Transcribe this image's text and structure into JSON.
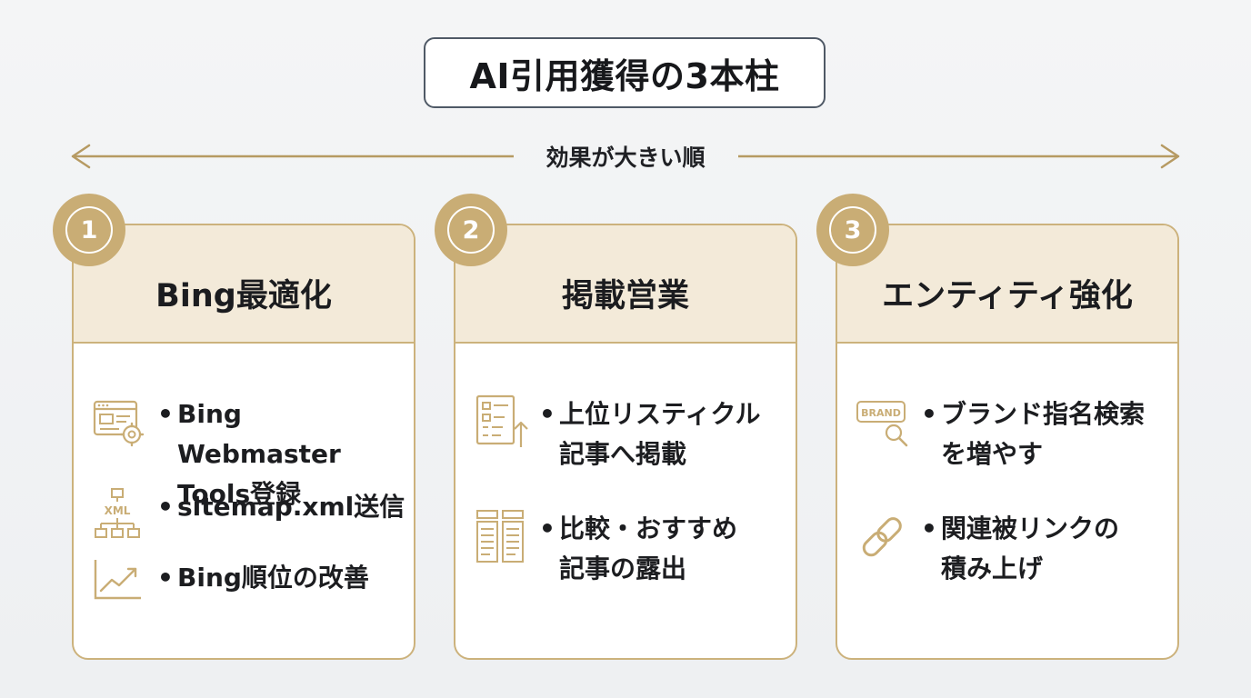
{
  "title": "AI引用獲得の3本柱",
  "arrow_label": "効果が大きい順",
  "colors": {
    "accent_gold": "#c9ad75",
    "card_border": "#ccb27c",
    "header_fill": "#f3ead9",
    "title_border": "#4f5966",
    "arrow": "#b69a62"
  },
  "pillars": [
    {
      "number": "1",
      "title": "Bing最適化",
      "items": [
        {
          "icon": "browser-gear-icon",
          "lines": [
            "Bing Webmaster",
            "Tools登録"
          ]
        },
        {
          "icon": "xml-sitemap-icon",
          "lines": [
            "sitemap.xml送信"
          ]
        },
        {
          "icon": "rising-chart-icon",
          "lines": [
            "Bing順位の改善"
          ]
        }
      ]
    },
    {
      "number": "2",
      "title": "掲載営業",
      "items": [
        {
          "icon": "list-document-arrow-icon",
          "lines": [
            "上位リスティクル",
            "記事へ掲載"
          ]
        },
        {
          "icon": "comparison-columns-icon",
          "lines": [
            "比較・おすすめ",
            "記事の露出"
          ]
        }
      ]
    },
    {
      "number": "3",
      "title": "エンティティ強化",
      "items": [
        {
          "icon": "brand-search-icon",
          "icon_text": "BRAND",
          "lines": [
            "ブランド指名検索",
            "を増やす"
          ]
        },
        {
          "icon": "chain-link-icon",
          "lines": [
            "関連被リンクの",
            "積み上げ"
          ]
        }
      ]
    }
  ]
}
